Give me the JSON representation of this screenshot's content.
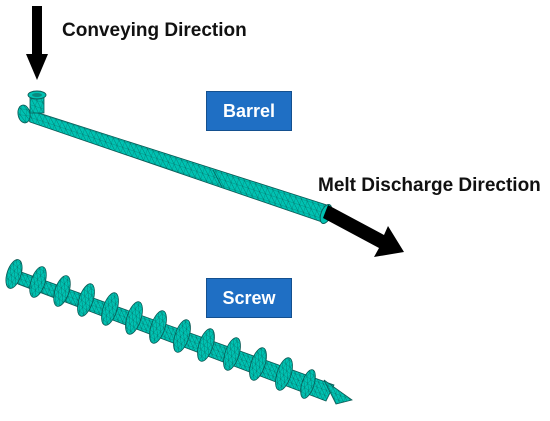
{
  "labels": {
    "conveying_direction": "Conveying Direction",
    "melt_discharge_direction": "Melt Discharge Direction",
    "barrel": "Barrel",
    "screw": "Screw"
  },
  "colors": {
    "mesh_fill": "#00c2b2",
    "mesh_line": "#0a5a55",
    "tag_fill": "#1f6fc4",
    "arrow": "#000000"
  },
  "icons": {
    "conveying_arrow": "arrow-down-icon",
    "discharge_arrow": "arrow-right-down-icon"
  }
}
